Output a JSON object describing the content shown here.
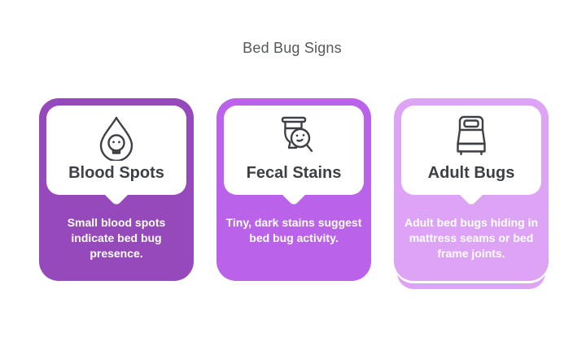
{
  "page": {
    "title": "Bed Bug Signs",
    "background_color": "#ffffff"
  },
  "colors": {
    "heading_text": "#55595e",
    "card_title_text": "#3d4045",
    "description_text": "#ffffff",
    "icon_stroke": "#3d4045"
  },
  "cards": [
    {
      "id": "blood-spots",
      "icon": "blood-drop-skull-icon",
      "title": "Blood Spots",
      "description": "Small blood spots indicate bed bug presence.",
      "color": "#9549bb",
      "stacked": false
    },
    {
      "id": "fecal-stains",
      "icon": "toilet-magnifier-icon",
      "title": "Fecal Stains",
      "description": "Tiny, dark stains suggest bed bug activity.",
      "color": "#bb62ea",
      "stacked": false
    },
    {
      "id": "adult-bugs",
      "icon": "bed-icon",
      "title": "Adult Bugs",
      "description": "Adult bed bugs hiding in mattress seams or bed frame joints.",
      "color": "#dda4f6",
      "stacked": true
    }
  ]
}
